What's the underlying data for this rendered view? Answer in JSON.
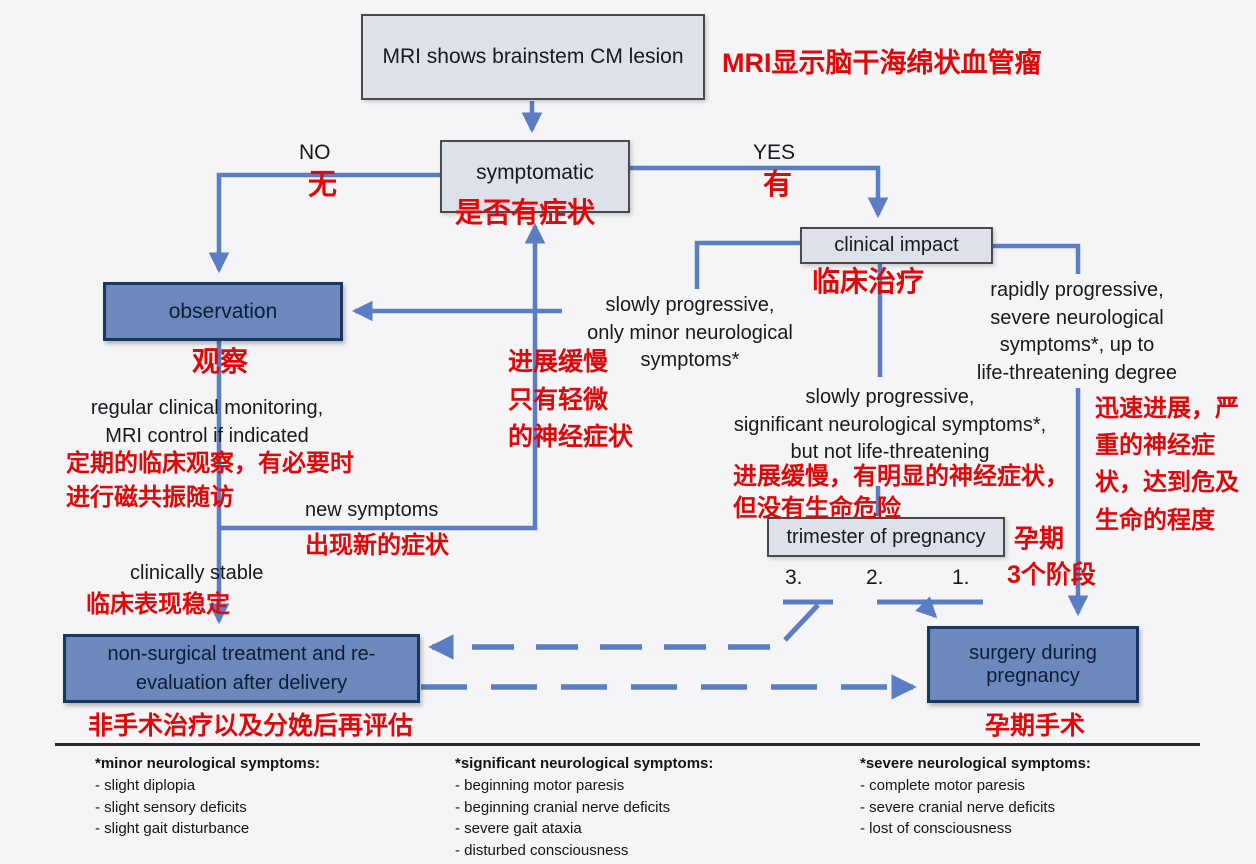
{
  "colors": {
    "node_blue_fill": "#6d88bd",
    "node_blue_border": "#17375e",
    "node_gray_fill": "#dde1ea",
    "connector_blue": "#5a7dc4",
    "annotation_red": "#e00808",
    "background": "#f5f5f7"
  },
  "nodes": {
    "mri": "MRI shows brainstem CM lesion",
    "mri_zh": "MRI显示脑干海绵状血管瘤",
    "symptomatic": "symptomatic",
    "symptomatic_zh": "是否有症状",
    "observation": "observation",
    "observation_zh": "观察",
    "clinical_impact": "clinical impact",
    "clinical_impact_zh": "临床治疗",
    "trimester": "trimester of pregnancy",
    "trimester_zh": "孕期",
    "trimester_stages_zh": "3个阶段",
    "trimester_3": "3.",
    "trimester_2": "2.",
    "trimester_1": "1.",
    "nonsurgical": "non-surgical treatment and re-\nevaluation after delivery",
    "nonsurgical_zh": "非手术治疗以及分娩后再评估",
    "surgery": "surgery during\npregnancy",
    "surgery_zh": "孕期手术"
  },
  "branch_labels": {
    "no": "NO",
    "no_zh": "无",
    "yes": "YES",
    "yes_zh": "有"
  },
  "annotations": {
    "slow_minor": "slowly progressive,\nonly minor neurological\nsymptoms*",
    "slow_minor_zh": "进展缓慢\n只有轻微\n的神经症状",
    "slow_significant": "slowly progressive,\nsignificant neurological symptoms*,\nbut not life-threatening",
    "slow_significant_zh": "进展缓慢，有明显的神经症状，\n但没有生命危险",
    "rapid": "rapidly progressive,\nsevere neurological\nsymptoms*, up to\nlife-threatening degree",
    "rapid_zh": "迅速进展，严\n重的神经症\n状，达到危及\n生命的程度",
    "monitoring": "regular clinical monitoring,\nMRI control if indicated",
    "monitoring_zh": "定期的临床观察，有必要时\n进行磁共振随访",
    "new_symptoms": "new symptoms",
    "new_symptoms_zh": "出现新的症状",
    "stable": "clinically stable",
    "stable_zh": "临床表现稳定"
  },
  "footnotes": [
    {
      "title": "*minor neurological symptoms:",
      "items": [
        "- slight diplopia",
        "- slight sensory deficits",
        "- slight gait disturbance"
      ]
    },
    {
      "title": "*significant neurological symptoms:",
      "items": [
        "- beginning motor paresis",
        "- beginning cranial nerve deficits",
        "- severe gait ataxia",
        "- disturbed consciousness"
      ]
    },
    {
      "title": "*severe neurological symptoms:",
      "items": [
        "- complete motor paresis",
        "- severe cranial nerve deficits",
        "- lost of consciousness"
      ]
    }
  ]
}
